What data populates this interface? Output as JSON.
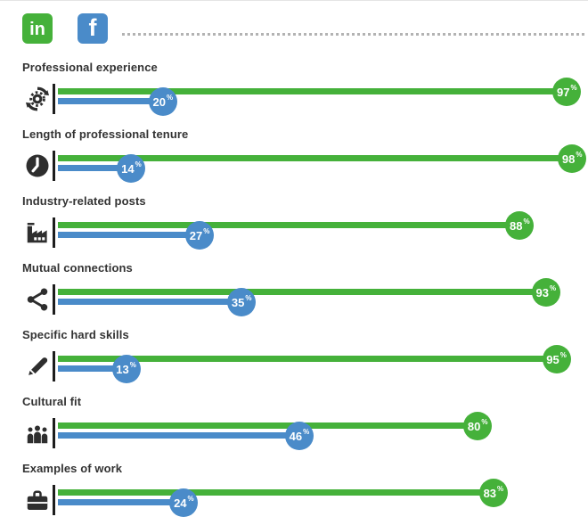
{
  "legend": {
    "linkedin_label": "in",
    "facebook_label": "f",
    "linkedin_name": "LinkedIn",
    "facebook_name": "Facebook"
  },
  "colors": {
    "linkedin_green": "#45b13a",
    "facebook_blue": "#4a8bc9",
    "icon_dark": "#2e2e2e",
    "dotted_line": "#b3b3b3",
    "title_text": "#333333"
  },
  "chart_data": {
    "type": "bar",
    "orientation": "horizontal",
    "title": "",
    "categories": [
      "Professional experience",
      "Length of professional tenure",
      "Industry-related posts",
      "Mutual connections",
      "Specific hard skills",
      "Cultural fit",
      "Examples of work"
    ],
    "icons": [
      "sync-gear-icon",
      "clock-icon",
      "factory-icon",
      "share-icon",
      "pencil-icon",
      "people-icon",
      "briefcase-icon"
    ],
    "series": [
      {
        "name": "LinkedIn",
        "color": "#45b13a",
        "values": [
          97,
          98,
          88,
          93,
          95,
          80,
          83
        ]
      },
      {
        "name": "Facebook",
        "color": "#4a8bc9",
        "values": [
          20,
          14,
          27,
          35,
          13,
          46,
          24
        ]
      }
    ],
    "value_suffix": "%",
    "xlim": [
      0,
      100
    ],
    "grid": false,
    "legend_position": "top-left"
  }
}
